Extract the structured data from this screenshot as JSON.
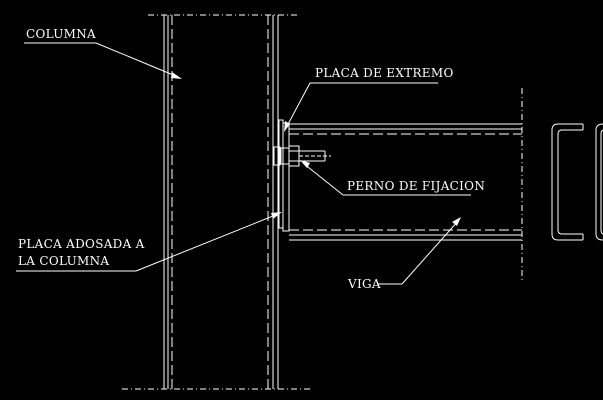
{
  "drawing": {
    "background": "#000000",
    "line_color": "#ffffff",
    "labels": {
      "columna": "COLUMNA",
      "placa_extremo": "PLACA DE EXTREMO",
      "perno_fijacion": "PERNO DE FIJACION",
      "placa_adosada_line1": "PLACA ADOSADA A",
      "placa_adosada_line2": "LA COLUMNA",
      "viga": "VIGA"
    }
  }
}
